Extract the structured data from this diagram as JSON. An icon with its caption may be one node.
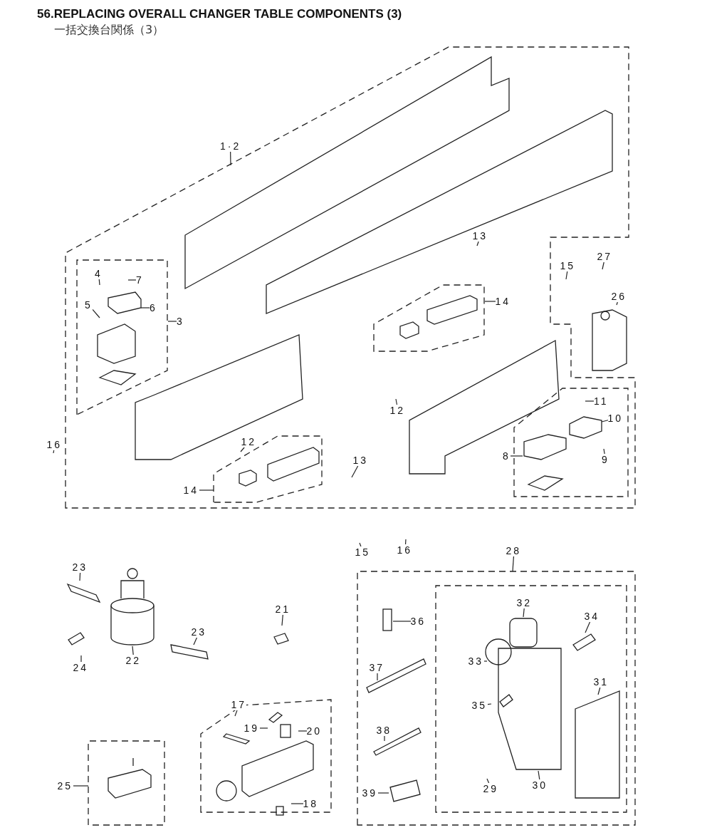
{
  "diagram": {
    "title": "56.REPLACING OVERALL CHANGER TABLE COMPONENTS (3)",
    "nodes": [
      {
        "text": [
          "1·2"
        ]
      },
      {
        "text": [
          "4"
        ]
      },
      {
        "text": [
          "7"
        ]
      },
      {
        "text": [
          "5"
        ]
      },
      {
        "text": [
          "6"
        ]
      },
      {
        "text": [
          "3"
        ]
      },
      {
        "text": [
          "13"
        ]
      },
      {
        "text": [
          "15"
        ]
      },
      {
        "text": [
          "27"
        ]
      },
      {
        "text": [
          "26"
        ]
      },
      {
        "text": [
          "14"
        ]
      },
      {
        "text": [
          "11"
        ]
      },
      {
        "text": [
          "10"
        ]
      },
      {
        "text": [
          "12"
        ]
      },
      {
        "text": [
          "9"
        ]
      },
      {
        "text": [
          "8"
        ]
      },
      {
        "text": [
          "16"
        ]
      },
      {
        "text": [
          "12"
        ]
      },
      {
        "text": [
          "13"
        ]
      },
      {
        "text": [
          "14"
        ]
      },
      {
        "text": [
          "15"
        ]
      },
      {
        "text": [
          "16"
        ]
      },
      {
        "text": [
          "28"
        ]
      },
      {
        "text": [
          "23"
        ]
      },
      {
        "text": [
          "21"
        ]
      },
      {
        "text": [
          "23"
        ]
      },
      {
        "text": [
          "24"
        ]
      },
      {
        "text": [
          "22"
        ]
      },
      {
        "text": [
          "36"
        ]
      },
      {
        "text": [
          "32"
        ]
      },
      {
        "text": [
          "34"
        ]
      },
      {
        "text": [
          "33"
        ]
      },
      {
        "text": [
          "37"
        ]
      },
      {
        "text": [
          "31"
        ]
      },
      {
        "text": [
          "35"
        ]
      },
      {
        "text": [
          "17"
        ]
      },
      {
        "text": [
          "19"
        ]
      },
      {
        "text": [
          "20"
        ]
      },
      {
        "text": [
          "38"
        ]
      },
      {
        "text": [
          "25"
        ]
      },
      {
        "text": [
          "18"
        ]
      },
      {
        "text": [
          "39"
        ]
      },
      {
        "text": [
          "30"
        ]
      },
      {
        "text": [
          "29"
        ]
      }
    ],
    "edges": [
      {
        "from": 0,
        "to": null,
        "arrow": "none"
      },
      {
        "from": 1,
        "to": null,
        "arrow": "none"
      },
      {
        "from": 2,
        "to": null,
        "arrow": "none"
      },
      {
        "from": 3,
        "to": null,
        "arrow": "none"
      },
      {
        "from": 4,
        "to": null,
        "arrow": "none"
      },
      {
        "from": 5,
        "to": null,
        "arrow": "none"
      },
      {
        "from": 6,
        "to": null,
        "arrow": "none"
      },
      {
        "from": 7,
        "to": null,
        "arrow": "none"
      },
      {
        "from": 8,
        "to": null,
        "arrow": "none"
      },
      {
        "from": 9,
        "to": null,
        "arrow": "none"
      },
      {
        "from": 10,
        "to": null,
        "arrow": "none"
      },
      {
        "from": 11,
        "to": null,
        "arrow": "none"
      },
      {
        "from": 12,
        "to": null,
        "arrow": "none"
      },
      {
        "from": 13,
        "to": null,
        "arrow": "none"
      },
      {
        "from": 14,
        "to": null,
        "arrow": "none"
      },
      {
        "from": 15,
        "to": null,
        "arrow": "none"
      },
      {
        "from": 16,
        "to": null,
        "arrow": "none"
      },
      {
        "from": 17,
        "to": null,
        "arrow": "none"
      },
      {
        "from": 18,
        "to": null,
        "arrow": "none"
      },
      {
        "from": 19,
        "to": null,
        "arrow": "none"
      },
      {
        "from": 20,
        "to": null,
        "arrow": "none"
      },
      {
        "from": 21,
        "to": null,
        "arrow": "none"
      },
      {
        "from": 22,
        "to": null,
        "arrow": "none"
      },
      {
        "from": 23,
        "to": null,
        "arrow": "none"
      },
      {
        "from": 24,
        "to": null,
        "arrow": "none"
      },
      {
        "from": 25,
        "to": null,
        "arrow": "none"
      },
      {
        "from": 26,
        "to": null,
        "arrow": "none"
      },
      {
        "from": 27,
        "to": null,
        "arrow": "none"
      },
      {
        "from": 28,
        "to": null,
        "arrow": "none"
      },
      {
        "from": 29,
        "to": null,
        "arrow": "none"
      },
      {
        "from": 30,
        "to": null,
        "arrow": "none"
      },
      {
        "from": 31,
        "to": null,
        "arrow": "none"
      },
      {
        "from": 32,
        "to": null,
        "arrow": "none"
      },
      {
        "from": 33,
        "to": null,
        "arrow": "none"
      },
      {
        "from": 34,
        "to": null,
        "arrow": "none"
      },
      {
        "from": 35,
        "to": null,
        "arrow": "none"
      },
      {
        "from": 36,
        "to": null,
        "arrow": "none"
      },
      {
        "from": 37,
        "to": null,
        "arrow": "none"
      },
      {
        "from": 38,
        "to": null,
        "arrow": "none"
      },
      {
        "from": 39,
        "to": null,
        "arrow": "none"
      },
      {
        "from": 40,
        "to": null,
        "arrow": "none"
      },
      {
        "from": 41,
        "to": null,
        "arrow": "none"
      },
      {
        "from": 42,
        "to": null,
        "arrow": "none"
      },
      {
        "from": 43,
        "to": null,
        "arrow": "none"
      }
    ],
    "labels": [
      "一括交換台関係（3）"
    ]
  }
}
